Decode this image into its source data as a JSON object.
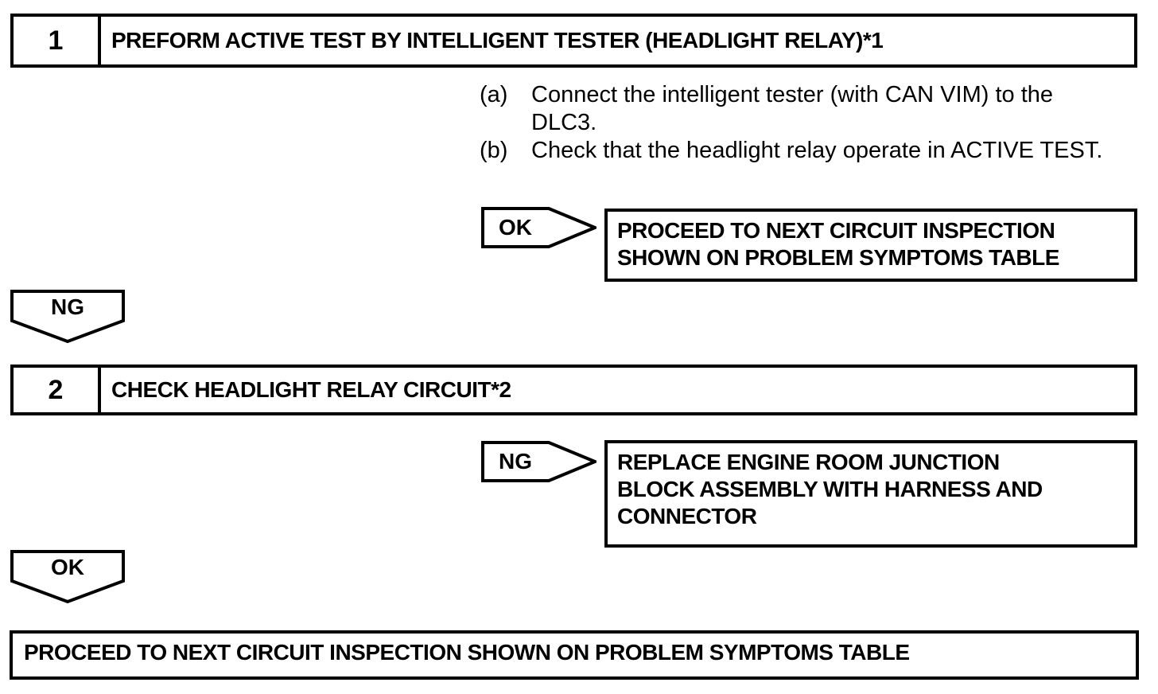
{
  "colors": {
    "background": "#ffffff",
    "line": "#000000",
    "text": "#000000"
  },
  "flowchart": {
    "step1": {
      "number": "1",
      "title": "PREFORM ACTIVE TEST BY INTELLIGENT TESTER (HEADLIGHT RELAY)*1"
    },
    "instructions": {
      "items": [
        {
          "label": "(a)",
          "text": [
            "Connect the intelligent tester (with CAN VIM) to the",
            "DLC3."
          ]
        },
        {
          "label": "(b)",
          "text": [
            "Check that the headlight relay operate in ACTIVE TEST."
          ]
        }
      ]
    },
    "ok_branch_1": {
      "connector_label": "OK",
      "action": [
        "PROCEED TO NEXT CIRCUIT INSPECTION",
        "SHOWN ON PROBLEM SYMPTOMS TABLE"
      ]
    },
    "ng_connector_1": {
      "label": "NG"
    },
    "step2": {
      "number": "2",
      "title": "CHECK HEADLIGHT RELAY CIRCUIT*2"
    },
    "ng_branch_2": {
      "connector_label": "NG",
      "action": [
        "REPLACE ENGINE ROOM JUNCTION",
        "BLOCK ASSEMBLY WITH HARNESS AND",
        "CONNECTOR"
      ]
    },
    "ok_connector_2": {
      "label": "OK"
    },
    "final_action": "PROCEED TO NEXT CIRCUIT INSPECTION SHOWN ON PROBLEM SYMPTOMS TABLE"
  }
}
